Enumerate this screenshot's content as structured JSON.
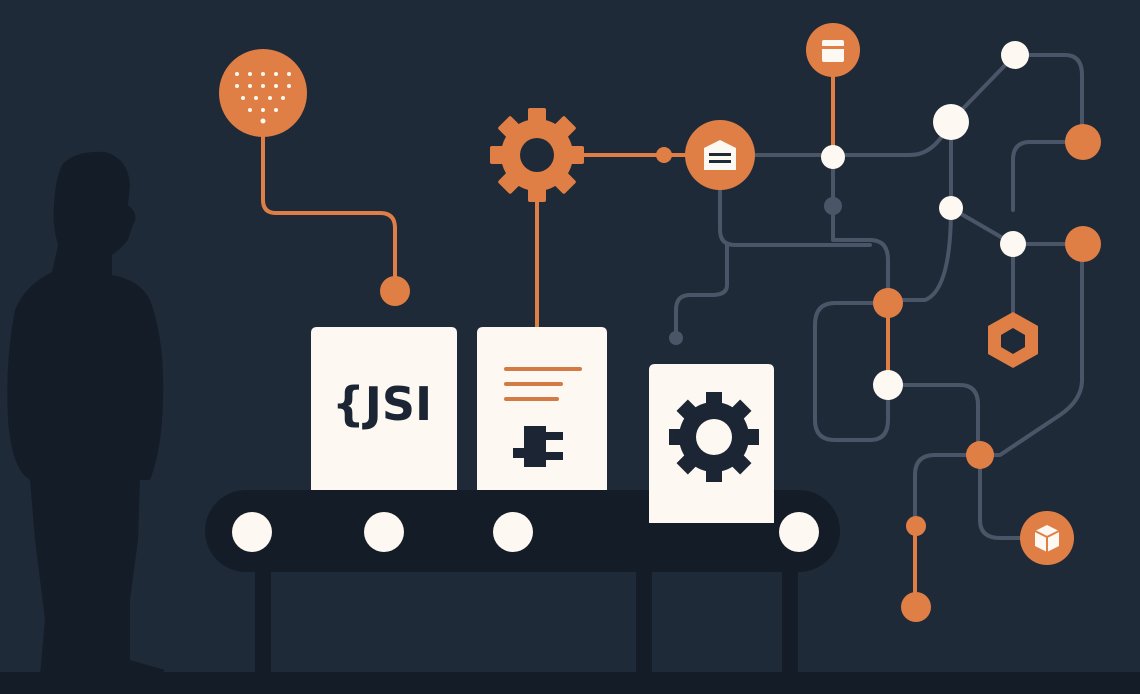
{
  "illustration": {
    "card_json_label": "{JSI",
    "colors": {
      "background": "#1f2a38",
      "accent_orange": "#e07f45",
      "network_gray": "#4a5668",
      "card_cream": "#fdf8f1",
      "silhouette": "#141c27"
    },
    "icons": [
      "person-silhouette",
      "conveyor-belt",
      "json-card",
      "plugin-card",
      "gear-card",
      "gear-icon",
      "network-nodes",
      "hexagon-icon",
      "cube-icon",
      "box-icon",
      "dot-grid-icon"
    ]
  }
}
